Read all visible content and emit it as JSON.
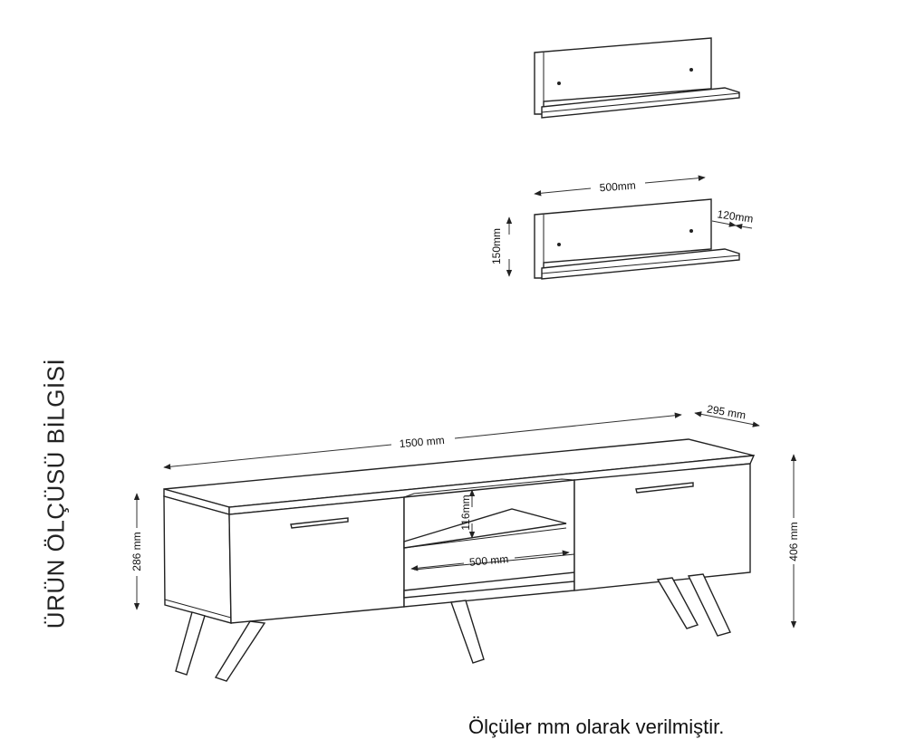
{
  "title": "ÜRÜN ÖLÇÜSÜ BİLGİSİ",
  "footnote": "Ölçüler mm olarak verilmiştir.",
  "shelf_dimensions": {
    "width": "500mm",
    "depth": "120mm",
    "height": "150mm"
  },
  "tv_unit_dimensions": {
    "width": "1500 mm",
    "depth": "295 mm",
    "body_height": "286 mm",
    "total_height": "406 mm",
    "compartment_height": "116mm",
    "compartment_width": "500 mm"
  }
}
